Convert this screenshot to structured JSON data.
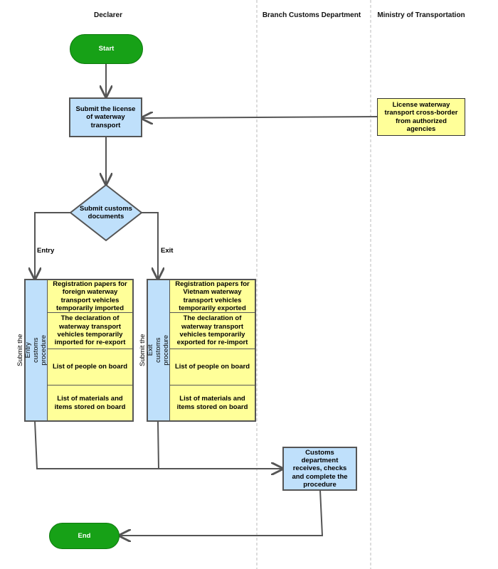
{
  "lanes": [
    "Declarer",
    "Branch Customs Department",
    "Ministry of Transportation"
  ],
  "nodes": {
    "start": "Start",
    "submit_license": "Submit the license of waterway transport",
    "license_agencies": "License waterway transport cross-border from authorized agencies",
    "decision": "Submit customs documents",
    "customs_check": "Customs department receives, checks and complete the procedure",
    "end": "End"
  },
  "edge_labels": {
    "entry": "Entry",
    "exit": "Exit"
  },
  "entry_group": {
    "title": "Submit the Entry customs procedure documents",
    "items": [
      "Registration papers for foreign waterway transport vehicles temporarily imported",
      "The declaration of waterway transport vehicles temporarily imported for re-export",
      "List of people on board",
      "List of materials and items stored on board"
    ]
  },
  "exit_group": {
    "title": "Submit the Exit customs procedure documents",
    "items": [
      "Registration papers for Vietnam waterway transport vehicles temporarily exported",
      "The declaration of waterway transport vehicles temporarily exported for re-import",
      "List of people on board",
      "List of materials and items stored on board"
    ]
  },
  "colors": {
    "terminal": "#17a117",
    "process_blue": "#bfe0fb",
    "process_yellow": "#ffff99",
    "connector": "#555555",
    "lane_divider": "#bbbbbb"
  }
}
